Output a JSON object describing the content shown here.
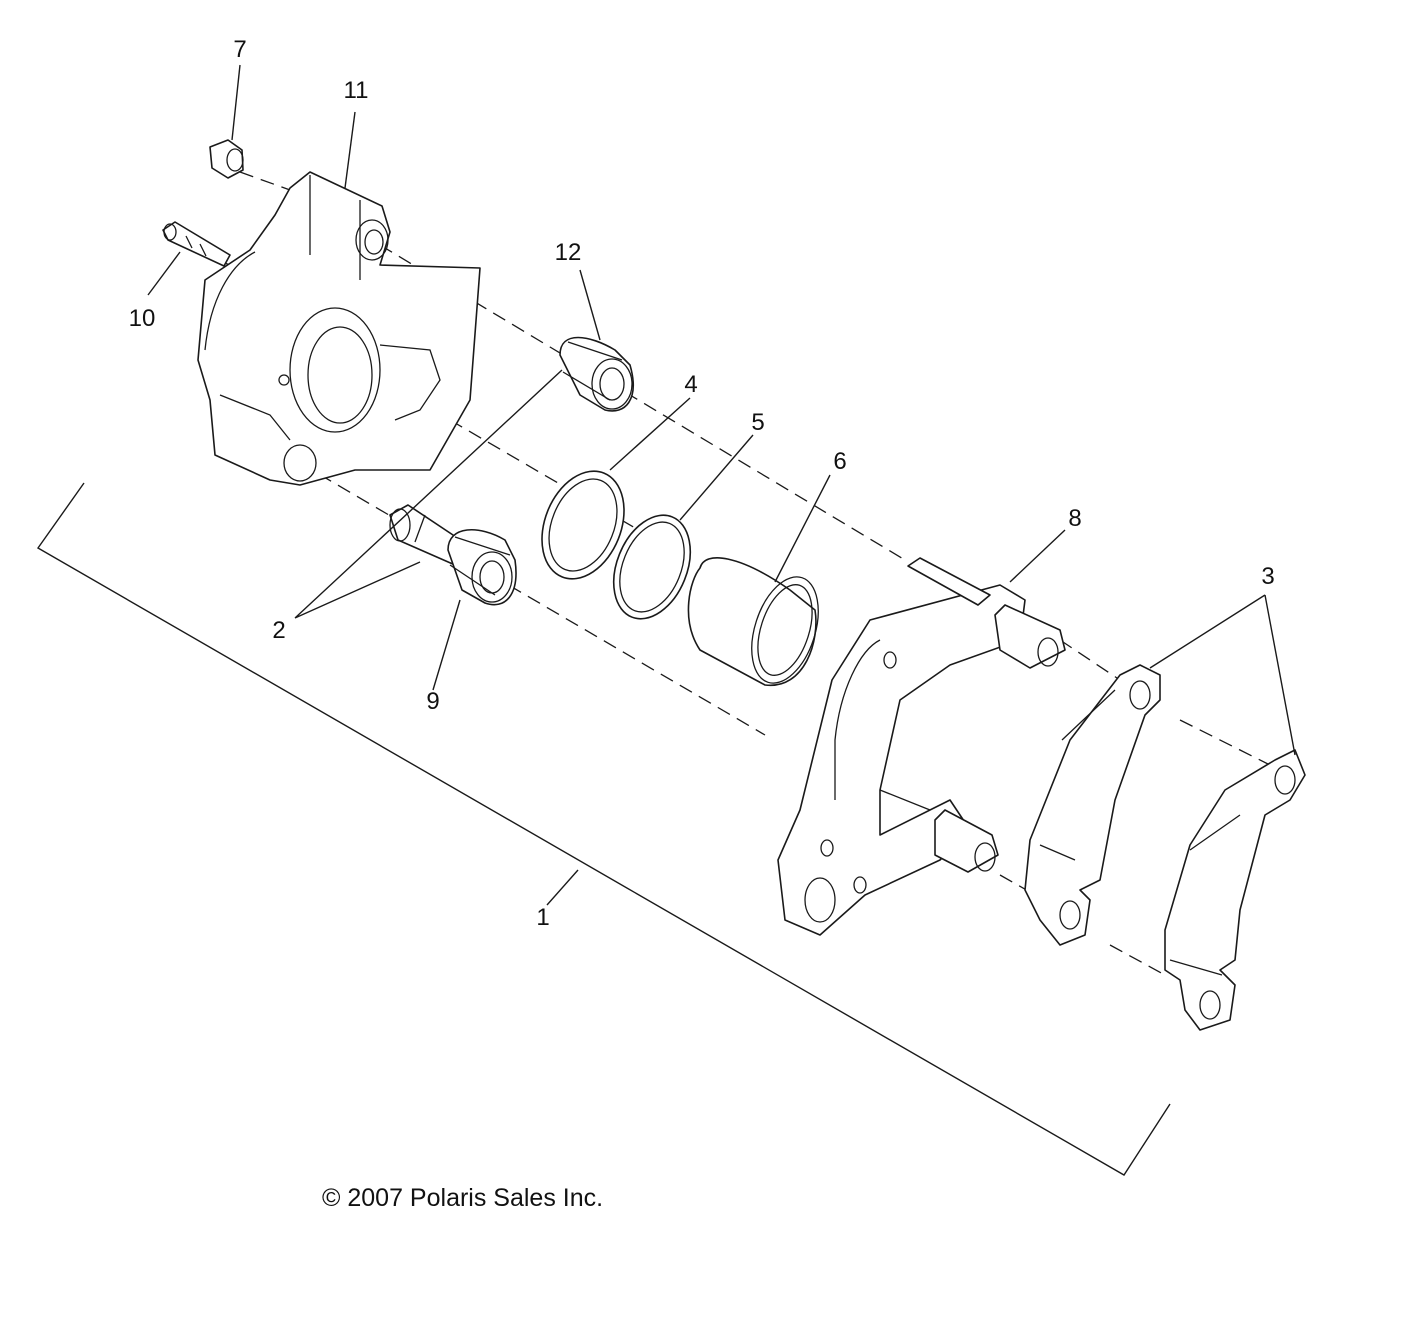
{
  "callouts": [
    "1",
    "2",
    "3",
    "4",
    "5",
    "6",
    "7",
    "8",
    "9",
    "10",
    "11",
    "12"
  ],
  "copyright": "2007 Polaris Sales Inc.",
  "copyright_symbol": "©",
  "colors": {
    "line": "#1a1a1a",
    "text": "#111111",
    "background": "#ffffff"
  }
}
